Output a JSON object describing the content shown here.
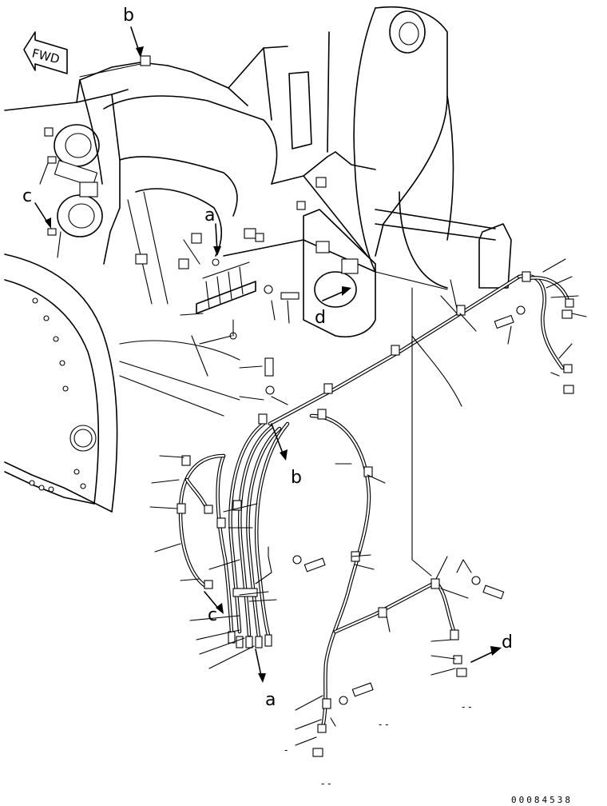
{
  "diagram": {
    "direction_marker": "FWD",
    "view_labels": {
      "a_top": "a",
      "a_bottom": "a",
      "b_top": "b",
      "b_bottom": "b",
      "c_left": "c",
      "c_lower": "c",
      "d_upper": "d",
      "d_right": "d"
    },
    "serial_number": "00084538",
    "dash_marks": [
      "- -",
      "- -",
      "- -",
      "-"
    ]
  }
}
